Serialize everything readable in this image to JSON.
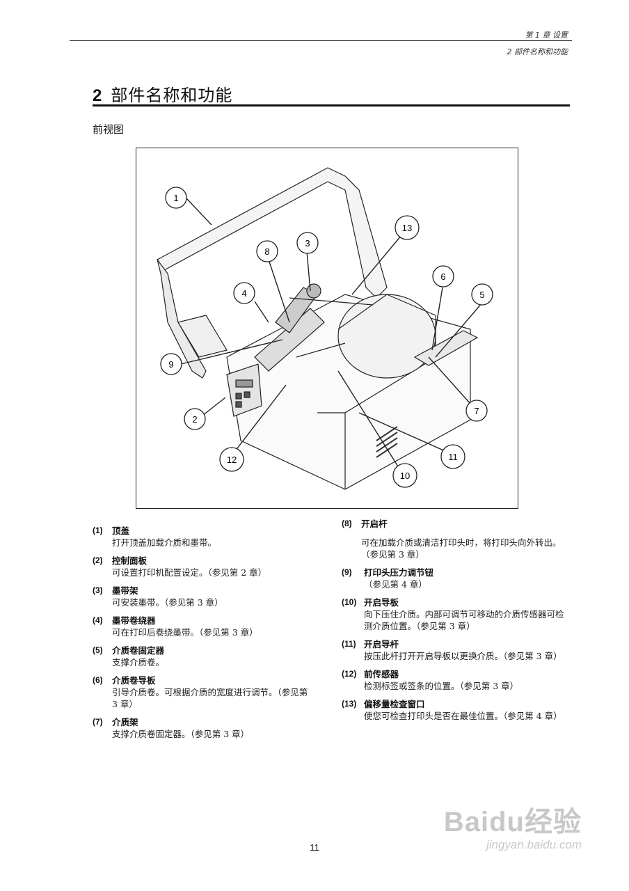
{
  "header": {
    "chapter": "第 1 章 设置",
    "section": "2 部件名称和功能"
  },
  "title": {
    "num": "2",
    "text": "部件名称和功能"
  },
  "subhead": "前视图",
  "figure": {
    "callouts": [
      "1",
      "2",
      "3",
      "4",
      "5",
      "6",
      "7",
      "8",
      "9",
      "10",
      "11",
      "12",
      "13"
    ]
  },
  "left_items": [
    {
      "num": "(1)",
      "name": "顶盖",
      "desc": "打开顶盖加载介质和墨带。"
    },
    {
      "num": "(2)",
      "name": "控制面板",
      "desc": "可设置打印机配置设定。（参见第 2 章）"
    },
    {
      "num": "(3)",
      "name": "墨带架",
      "desc": "可安装墨带。（参见第 3 章）"
    },
    {
      "num": "(4)",
      "name": "墨带卷绕器",
      "desc": "可在打印后卷绕墨带。（参见第 3 章）"
    },
    {
      "num": "(5)",
      "name": "介质卷固定器",
      "desc": "支撑介质卷。"
    },
    {
      "num": "(6)",
      "name": "介质卷导板",
      "desc": "引导介质卷。可根据介质的宽度进行调节。（参见第 3 章）"
    },
    {
      "num": "(7)",
      "name": "介质架",
      "desc": "支撑介质卷固定器。（参见第 3 章）"
    }
  ],
  "right_items": [
    {
      "num": "(8)",
      "name": "开启杆",
      "desc": "可在加载介质或清洁打印头时，将打印头向外转出。（参见第 3 章）"
    },
    {
      "num": "(9)",
      "name": "打印头压力调节钮",
      "desc": "（参见第 4 章）"
    },
    {
      "num": "(10)",
      "name": "开启导板",
      "desc": "向下压住介质。内部可调节可移动的介质传感器可检测介质位置。（参见第 3 章）"
    },
    {
      "num": "(11)",
      "name": "开启导杆",
      "desc": "按压此杆打开开启导板以更换介质。（参见第 3 章）"
    },
    {
      "num": "(12)",
      "name": "前传感器",
      "desc": "检测标签或签条的位置。（参见第 3 章）"
    },
    {
      "num": "(13)",
      "name": "偏移量检查窗口",
      "desc": "使您可检查打印头是否在最佳位置。（参见第 4 章）"
    }
  ],
  "page_number": "11",
  "watermark": {
    "logo": "Baidu经验",
    "url": "jingyan.baidu.com"
  }
}
